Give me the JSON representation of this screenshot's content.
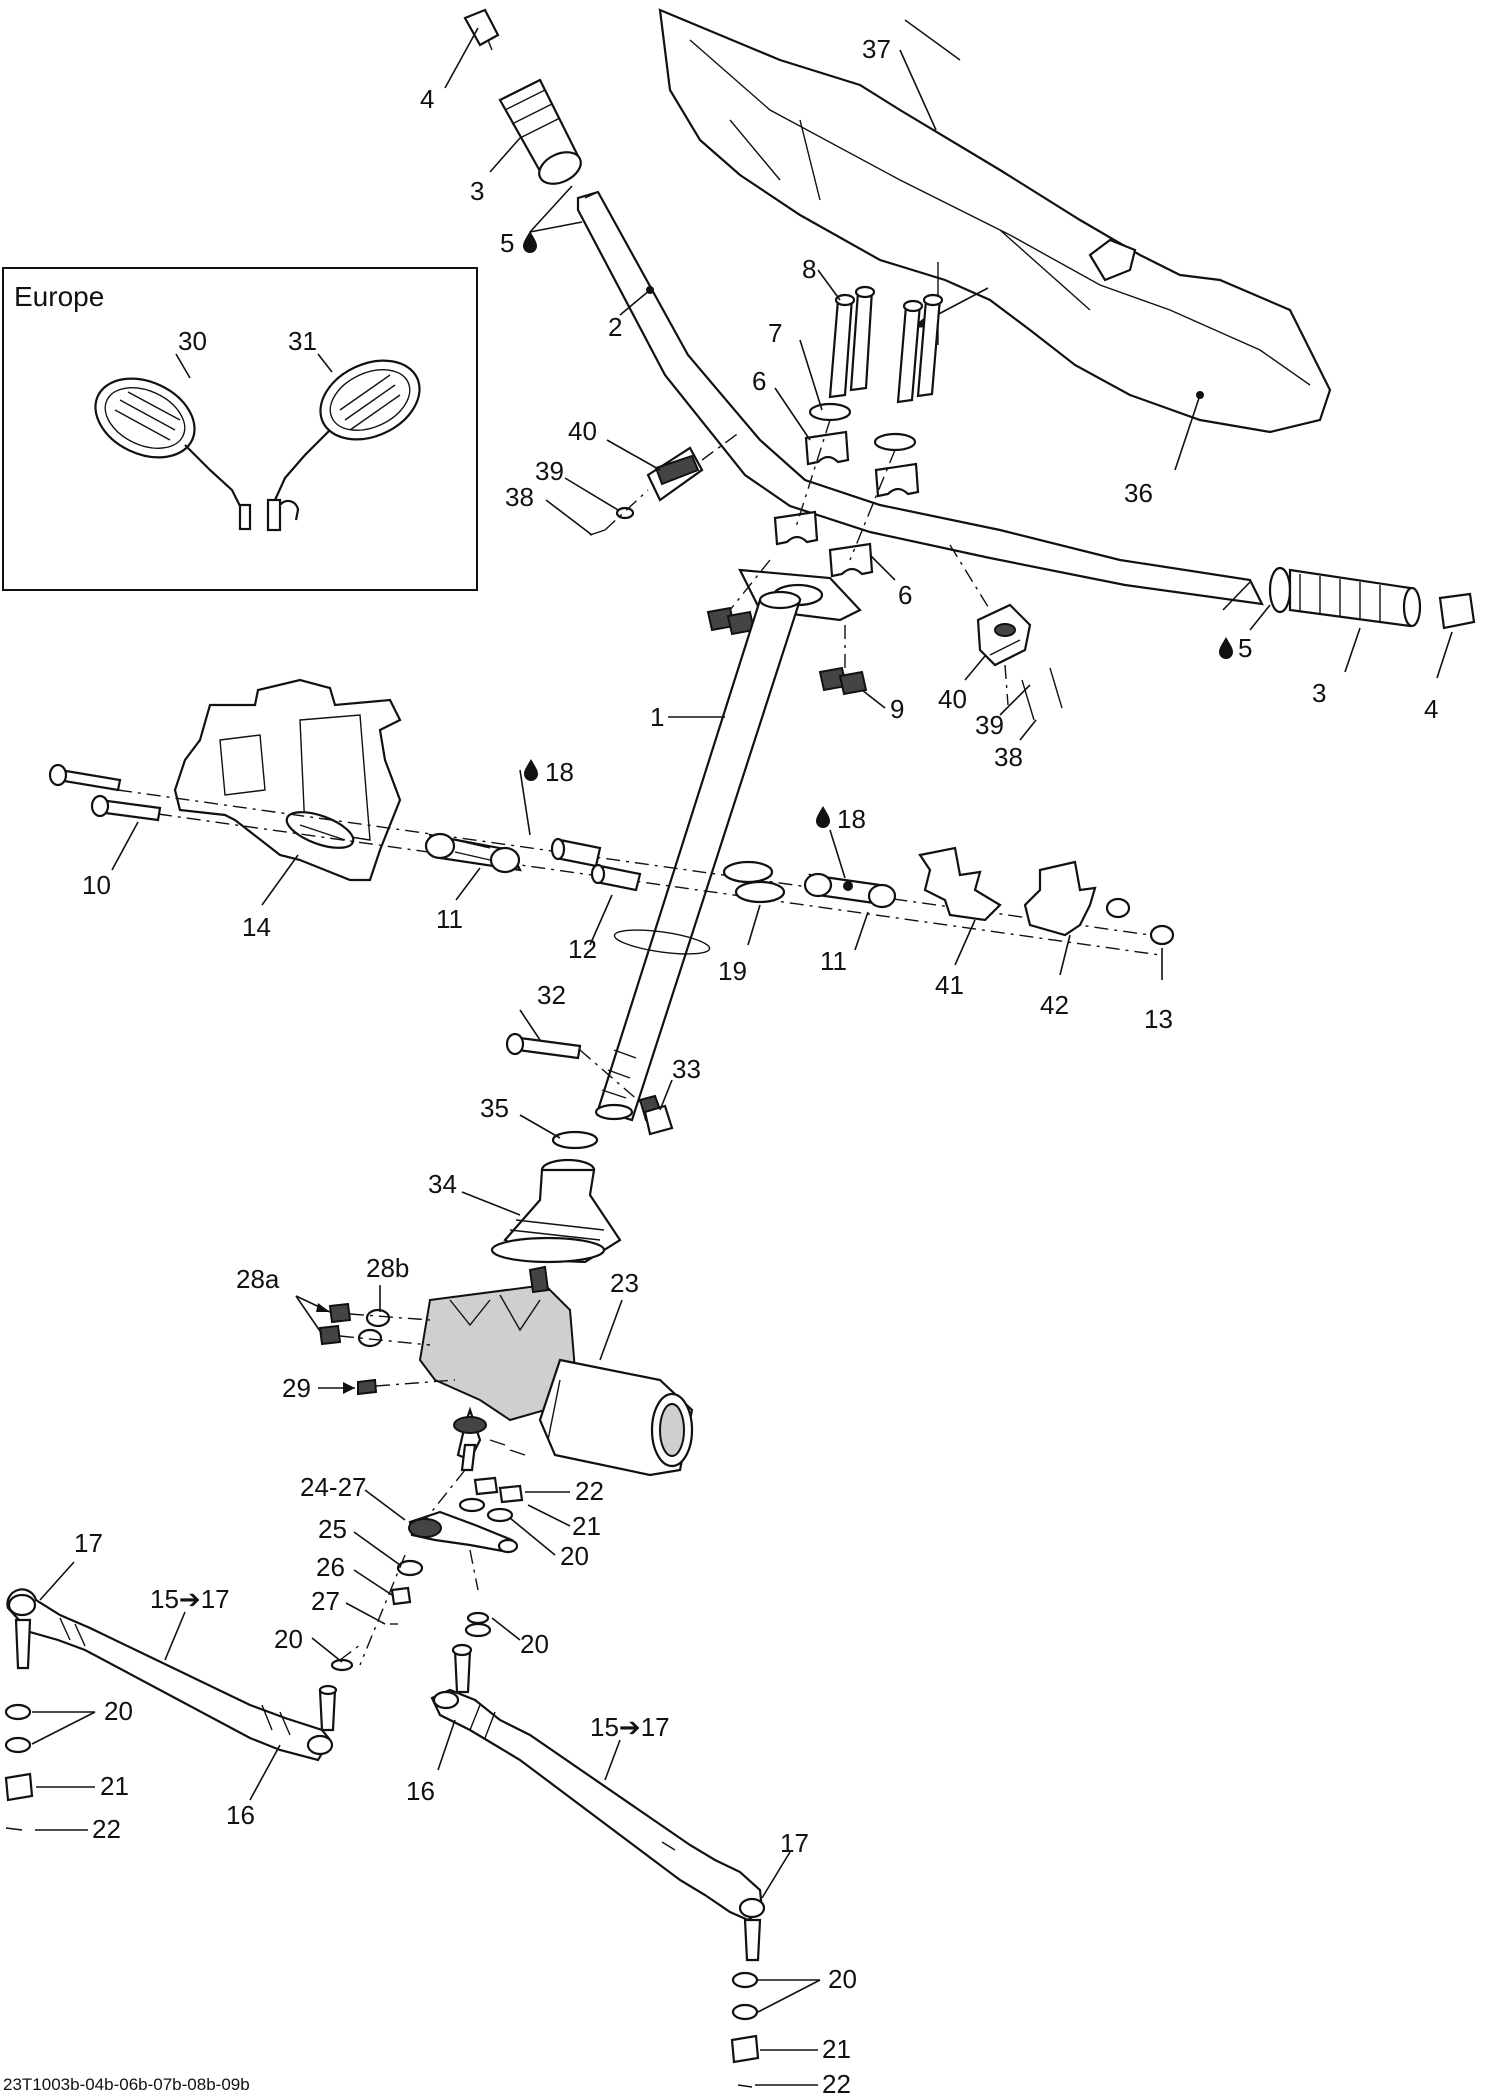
{
  "inset": {
    "title": "Europe"
  },
  "drawing_id": "23T1003b-04b-06b-07b-08b-09b",
  "callouts": {
    "c1": "1",
    "c2": "2",
    "c3a": "3",
    "c3b": "3",
    "c4a": "4",
    "c4b": "4",
    "c5a": "5",
    "c5b": "5",
    "c6a": "6",
    "c6b": "6",
    "c7": "7",
    "c8": "8",
    "c9": "9",
    "c10": "10",
    "c11a": "11",
    "c11b": "11",
    "c12": "12",
    "c13": "13",
    "c14": "14",
    "c15a": "15➔17",
    "c15b": "15➔17",
    "c16a": "16",
    "c16b": "16",
    "c17a": "17",
    "c17b": "17",
    "c18a": "18",
    "c18b": "18",
    "c19": "19",
    "c20a": "20",
    "c20b": "20",
    "c20c": "20",
    "c20d": "20",
    "c20e": "20",
    "c21a": "21",
    "c21b": "21",
    "c21c": "21",
    "c22a": "22",
    "c22b": "22",
    "c22c": "22",
    "c23": "23",
    "c24": "24-27",
    "c25": "25",
    "c26": "26",
    "c27": "27",
    "c28a": "28a",
    "c28b": "28b",
    "c29": "29",
    "c30": "30",
    "c31": "31",
    "c32": "32",
    "c33": "33",
    "c34": "34",
    "c35": "35",
    "c36": "36",
    "c37": "37",
    "c38a": "38",
    "c38b": "38",
    "c39a": "39",
    "c39b": "39",
    "c40a": "40",
    "c40b": "40",
    "c41": "41",
    "c42": "42"
  },
  "icons": {
    "lubricant": "oil-drop-icon"
  }
}
